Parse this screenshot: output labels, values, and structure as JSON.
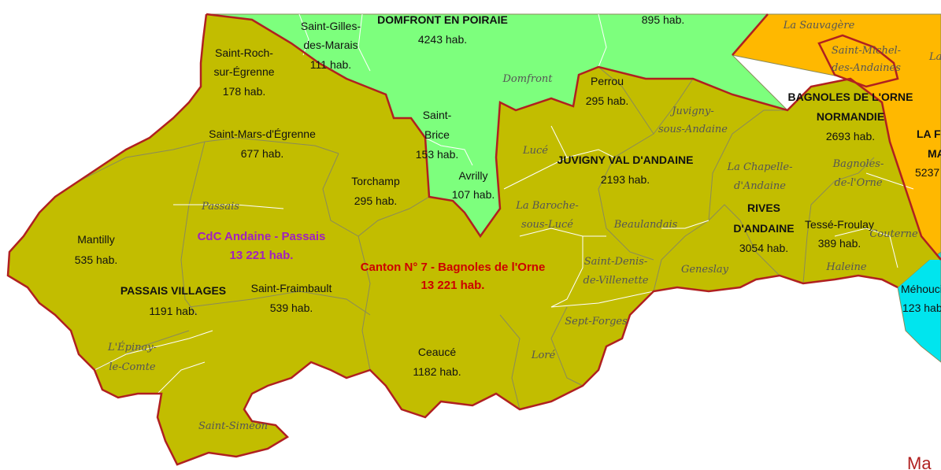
{
  "colors": {
    "canton": "#c2bd00",
    "domfront": "#7dff7d",
    "flers": "#ffb800",
    "cyan": "#00e5ee",
    "canton_border": "#b02020",
    "commune_border": "#8a8a5a",
    "delegated_border": "#ffffff",
    "epci_label": "#a020c0",
    "canton_label": "#cc0000"
  },
  "epci": {
    "name": "CdC Andaine - Passais",
    "pop": "13 221 hab."
  },
  "canton": {
    "name": "Canton N° 7 - Bagnoles de l'Orne",
    "pop": "13 221 hab."
  },
  "communes": [
    {
      "line1": "DOMFRONT EN POIRAIE",
      "line2": "4243 hab."
    },
    {
      "line1": "895 hab.",
      "line2": ""
    },
    {
      "line1": "Saint-Gilles-",
      "line2": "des-Marais",
      "line3": "111 hab."
    },
    {
      "line1": "Saint-Roch-",
      "line2": "sur-Égrenne",
      "line3": "178 hab."
    },
    {
      "line1": "Saint-Mars-d'Égrenne",
      "line2": "677 hab."
    },
    {
      "line1": "Saint-",
      "line2": "Brice",
      "line3": "153 hab."
    },
    {
      "line1": "Avrilly",
      "line2": "107 hab."
    },
    {
      "line1": "Torchamp",
      "line2": "295 hab."
    },
    {
      "line1": "Perrou",
      "line2": "295 hab."
    },
    {
      "line1": "JUVIGNY VAL D'ANDAINE",
      "line2": "2193 hab."
    },
    {
      "line1": "BAGNOLES DE L'ORNE",
      "line2": "NORMANDIE",
      "line3": "2693 hab."
    },
    {
      "line1": "RIVES",
      "line2": "D'ANDAINE",
      "line3": "3054 hab."
    },
    {
      "line1": "Tessé-Froulay",
      "line2": "389 hab."
    },
    {
      "line1": "Mantilly",
      "line2": "535 hab."
    },
    {
      "line1": "PASSAIS VILLAGES",
      "line2": "1191 hab."
    },
    {
      "line1": "Saint-Fraimbault",
      "line2": "539 hab."
    },
    {
      "line1": "Ceaucé",
      "line2": "1182 hab."
    },
    {
      "line1": "LA F",
      "line2": "MA",
      "line3": "5237"
    },
    {
      "line1": "Méhouci",
      "line2": "123 hab"
    }
  ],
  "delegated": [
    "Domfront",
    "La Sauvagère",
    "Saint-Michel-",
    "des-Andaines",
    "La",
    "Juvigny-",
    "sous-Andaine",
    "Lucé",
    "La Chapelle-",
    "d'Andaine",
    "Bagnoles-",
    "de-l'Orne",
    "La Baroche-",
    "sous-Lucé",
    "Beaulandais",
    "Couterne",
    "Saint-Denis-",
    "de-Villenette",
    "Geneslay",
    "Haleine",
    "Sept-Forges",
    "Loré",
    "Passais",
    "L'Épinay-",
    "le-Comte",
    "Saint-Siméon"
  ],
  "corner": "Ma"
}
